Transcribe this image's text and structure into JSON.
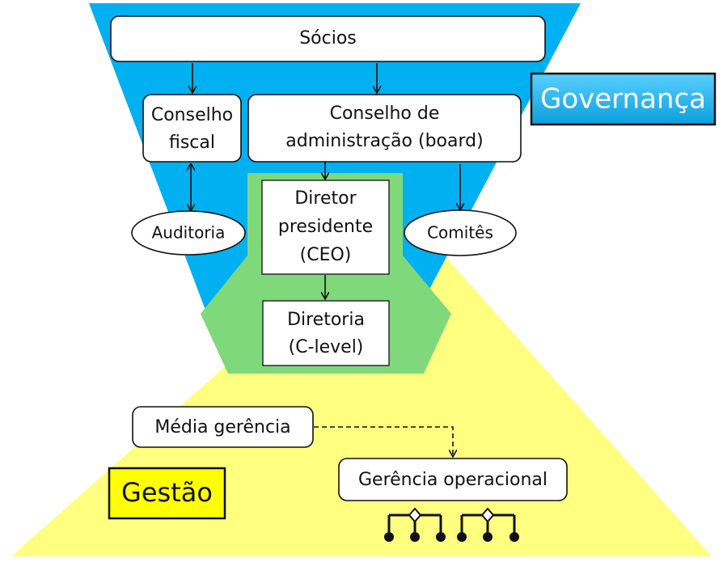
{
  "nodes": {
    "socios": "Sócios",
    "conselho_fiscal": [
      "Conselho",
      "fiscal"
    ],
    "conselho_admin": [
      "Conselho de",
      "administração (board)"
    ],
    "auditoria": "Auditoria",
    "comites": "Comitês",
    "ceo": [
      "Diretor",
      "presidente",
      "(CEO)"
    ],
    "diretoria": [
      "Diretoria",
      "(C-level)"
    ],
    "media_gerencia": "Média gerência",
    "gerencia_operacional": "Gerência operacional"
  },
  "labels": {
    "governanca": "Governança",
    "gestao": "Gestão"
  },
  "colors": {
    "governance_blue": "#00b0f0",
    "management_yellow": "#ffff80",
    "overlap_green": "#7fd97a",
    "governanca_label_bg": "#1aa7e0",
    "gestao_label_bg": "#ffff00"
  }
}
